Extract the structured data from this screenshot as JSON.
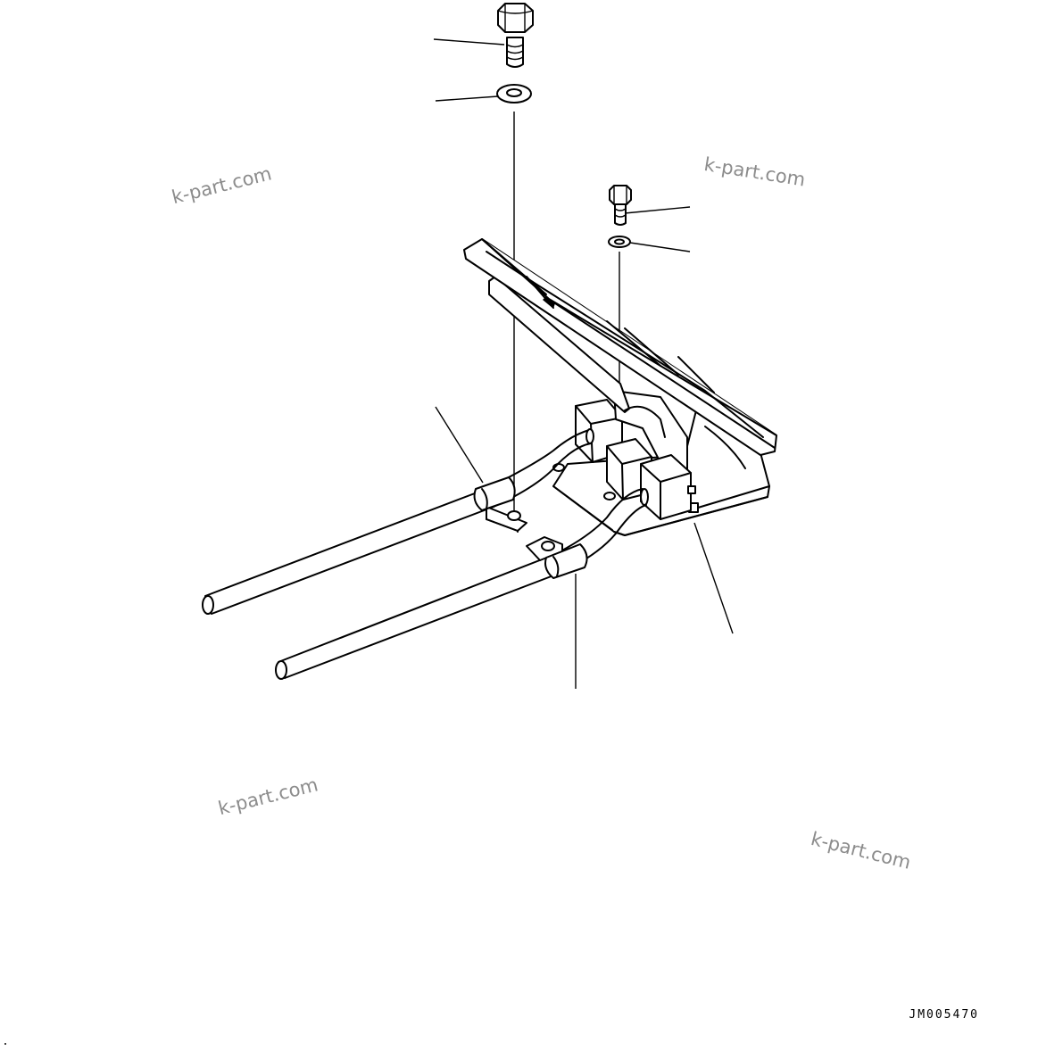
{
  "watermarks": [
    "k-part.com",
    "k-part.com",
    "k-part.com",
    "k-part.com"
  ],
  "drawing_code": "JM005470",
  "colors": {
    "line": "#000000",
    "watermark": "#8c8c8c",
    "background": "#ffffff"
  }
}
